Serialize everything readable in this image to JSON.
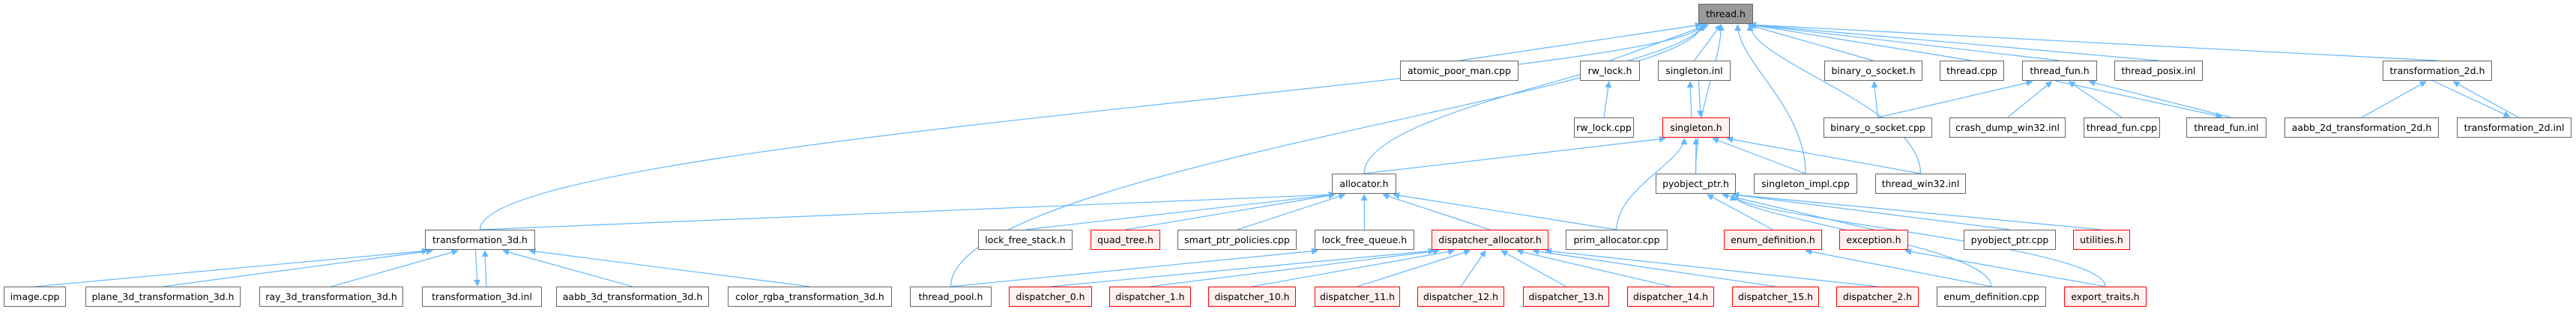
{
  "graph": {
    "title": "thread.h",
    "edge_color": "#63B8FF",
    "focus_fill": "#999999",
    "truncated_fill": "#FFF0F0",
    "truncated_border": "#FF0000",
    "nodes": [
      {
        "id": "thread_h",
        "label": "thread.h",
        "kind": "focus"
      },
      {
        "id": "atomic_poor_man_cpp",
        "label": "atomic_poor_man.cpp",
        "kind": "normal"
      },
      {
        "id": "rw_lock_h",
        "label": "rw_lock.h",
        "kind": "normal"
      },
      {
        "id": "singleton_inl",
        "label": "singleton.inl",
        "kind": "normal"
      },
      {
        "id": "binary_o_socket_h",
        "label": "binary_o_socket.h",
        "kind": "normal"
      },
      {
        "id": "thread_cpp",
        "label": "thread.cpp",
        "kind": "normal"
      },
      {
        "id": "thread_fun_h",
        "label": "thread_fun.h",
        "kind": "normal"
      },
      {
        "id": "thread_posix_inl",
        "label": "thread_posix.inl",
        "kind": "normal"
      },
      {
        "id": "transformation_2d_h",
        "label": "transformation_2d.h",
        "kind": "normal"
      },
      {
        "id": "rw_lock_cpp",
        "label": "rw_lock.cpp",
        "kind": "normal"
      },
      {
        "id": "singleton_h",
        "label": "singleton.h",
        "kind": "truncated"
      },
      {
        "id": "binary_o_socket_cpp",
        "label": "binary_o_socket.cpp",
        "kind": "normal"
      },
      {
        "id": "crash_dump_win32_inl",
        "label": "crash_dump_win32.inl",
        "kind": "normal"
      },
      {
        "id": "thread_fun_cpp",
        "label": "thread_fun.cpp",
        "kind": "normal"
      },
      {
        "id": "thread_fun_inl",
        "label": "thread_fun.inl",
        "kind": "normal"
      },
      {
        "id": "aabb_2d_transformation_2d_h",
        "label": "aabb_2d_transformation_2d.h",
        "kind": "normal"
      },
      {
        "id": "transformation_2d_inl",
        "label": "transformation_2d.inl",
        "kind": "normal"
      },
      {
        "id": "allocator_h",
        "label": "allocator.h",
        "kind": "normal"
      },
      {
        "id": "pyobject_ptr_h",
        "label": "pyobject_ptr.h",
        "kind": "normal"
      },
      {
        "id": "singleton_impl_cpp",
        "label": "singleton_impl.cpp",
        "kind": "normal"
      },
      {
        "id": "thread_win32_inl",
        "label": "thread_win32.inl",
        "kind": "normal"
      },
      {
        "id": "transformation_3d_h",
        "label": "transformation_3d.h",
        "kind": "normal"
      },
      {
        "id": "lock_free_stack_h",
        "label": "lock_free_stack.h",
        "kind": "normal"
      },
      {
        "id": "quad_tree_h",
        "label": "quad_tree.h",
        "kind": "truncated"
      },
      {
        "id": "smart_ptr_policies_cpp",
        "label": "smart_ptr_policies.cpp",
        "kind": "normal"
      },
      {
        "id": "lock_free_queue_h",
        "label": "lock_free_queue.h",
        "kind": "normal"
      },
      {
        "id": "dispatcher_allocator_h",
        "label": "dispatcher_allocator.h",
        "kind": "truncated"
      },
      {
        "id": "prim_allocator_cpp",
        "label": "prim_allocator.cpp",
        "kind": "normal"
      },
      {
        "id": "enum_definition_h",
        "label": "enum_definition.h",
        "kind": "truncated"
      },
      {
        "id": "exception_h",
        "label": "exception.h",
        "kind": "truncated"
      },
      {
        "id": "pyobject_ptr_cpp",
        "label": "pyobject_ptr.cpp",
        "kind": "normal"
      },
      {
        "id": "utilities_h",
        "label": "utilities.h",
        "kind": "truncated"
      },
      {
        "id": "image_cpp",
        "label": "image.cpp",
        "kind": "normal"
      },
      {
        "id": "plane_3d_transformation_3d_h",
        "label": "plane_3d_transformation_3d.h",
        "kind": "normal"
      },
      {
        "id": "ray_3d_transformation_3d_h",
        "label": "ray_3d_transformation_3d.h",
        "kind": "normal"
      },
      {
        "id": "transformation_3d_inl",
        "label": "transformation_3d.inl",
        "kind": "normal"
      },
      {
        "id": "aabb_3d_transformation_3d_h",
        "label": "aabb_3d_transformation_3d.h",
        "kind": "normal"
      },
      {
        "id": "color_rgba_transformation_3d_h",
        "label": "color_rgba_transformation_3d.h",
        "kind": "normal"
      },
      {
        "id": "thread_pool_h",
        "label": "thread_pool.h",
        "kind": "normal"
      },
      {
        "id": "dispatcher_0_h",
        "label": "dispatcher_0.h",
        "kind": "truncated"
      },
      {
        "id": "dispatcher_1_h",
        "label": "dispatcher_1.h",
        "kind": "truncated"
      },
      {
        "id": "dispatcher_10_h",
        "label": "dispatcher_10.h",
        "kind": "truncated"
      },
      {
        "id": "dispatcher_11_h",
        "label": "dispatcher_11.h",
        "kind": "truncated"
      },
      {
        "id": "dispatcher_12_h",
        "label": "dispatcher_12.h",
        "kind": "truncated"
      },
      {
        "id": "dispatcher_13_h",
        "label": "dispatcher_13.h",
        "kind": "truncated"
      },
      {
        "id": "dispatcher_14_h",
        "label": "dispatcher_14.h",
        "kind": "truncated"
      },
      {
        "id": "dispatcher_15_h",
        "label": "dispatcher_15.h",
        "kind": "truncated"
      },
      {
        "id": "dispatcher_2_h",
        "label": "dispatcher_2.h",
        "kind": "truncated"
      },
      {
        "id": "enum_definition_cpp",
        "label": "enum_definition.cpp",
        "kind": "normal"
      },
      {
        "id": "export_traits_h",
        "label": "export_traits.h",
        "kind": "truncated"
      }
    ],
    "edges": [
      {
        "from": "transformation_3d_h",
        "to": "thread_h"
      },
      {
        "from": "thread_pool_h",
        "to": "thread_h"
      },
      {
        "from": "allocator_h",
        "to": "thread_h"
      },
      {
        "from": "atomic_poor_man_cpp",
        "to": "thread_h"
      },
      {
        "from": "rw_lock_h",
        "to": "thread_h"
      },
      {
        "from": "singleton_inl",
        "to": "thread_h"
      },
      {
        "from": "pyobject_ptr_h",
        "to": "thread_h"
      },
      {
        "from": "singleton_impl_cpp",
        "to": "thread_h"
      },
      {
        "from": "thread_win32_inl",
        "to": "thread_h"
      },
      {
        "from": "binary_o_socket_h",
        "to": "thread_h"
      },
      {
        "from": "thread_cpp",
        "to": "thread_h"
      },
      {
        "from": "thread_fun_h",
        "to": "thread_h"
      },
      {
        "from": "thread_posix_inl",
        "to": "thread_h"
      },
      {
        "from": "transformation_2d_h",
        "to": "thread_h"
      },
      {
        "from": "rw_lock_cpp",
        "to": "rw_lock_h"
      },
      {
        "from": "singleton_h",
        "to": "singleton_inl"
      },
      {
        "from": "singleton_inl",
        "to": "singleton_h"
      },
      {
        "from": "binary_o_socket_cpp",
        "to": "binary_o_socket_h"
      },
      {
        "from": "binary_o_socket_cpp",
        "to": "thread_fun_h"
      },
      {
        "from": "crash_dump_win32_inl",
        "to": "thread_fun_h"
      },
      {
        "from": "thread_fun_cpp",
        "to": "thread_fun_h"
      },
      {
        "from": "thread_fun_inl",
        "to": "thread_fun_h"
      },
      {
        "from": "thread_fun_h",
        "to": "thread_fun_inl"
      },
      {
        "from": "aabb_2d_transformation_2d_h",
        "to": "transformation_2d_h"
      },
      {
        "from": "transformation_2d_inl",
        "to": "transformation_2d_h"
      },
      {
        "from": "transformation_2d_h",
        "to": "transformation_2d_inl"
      },
      {
        "from": "allocator_h",
        "to": "singleton_h"
      },
      {
        "from": "prim_allocator_cpp",
        "to": "singleton_h"
      },
      {
        "from": "pyobject_ptr_h",
        "to": "singleton_h"
      },
      {
        "from": "singleton_impl_cpp",
        "to": "singleton_h"
      },
      {
        "from": "thread_win32_inl",
        "to": "singleton_h"
      },
      {
        "from": "transformation_3d_h",
        "to": "allocator_h"
      },
      {
        "from": "lock_free_stack_h",
        "to": "allocator_h"
      },
      {
        "from": "quad_tree_h",
        "to": "allocator_h"
      },
      {
        "from": "smart_ptr_policies_cpp",
        "to": "allocator_h"
      },
      {
        "from": "lock_free_queue_h",
        "to": "allocator_h"
      },
      {
        "from": "dispatcher_allocator_h",
        "to": "allocator_h"
      },
      {
        "from": "prim_allocator_cpp",
        "to": "allocator_h"
      },
      {
        "from": "enum_definition_h",
        "to": "pyobject_ptr_h"
      },
      {
        "from": "exception_h",
        "to": "pyobject_ptr_h"
      },
      {
        "from": "pyobject_ptr_cpp",
        "to": "pyobject_ptr_h"
      },
      {
        "from": "utilities_h",
        "to": "pyobject_ptr_h"
      },
      {
        "from": "enum_definition_cpp",
        "to": "pyobject_ptr_h"
      },
      {
        "from": "export_traits_h",
        "to": "pyobject_ptr_h"
      },
      {
        "from": "image_cpp",
        "to": "transformation_3d_h"
      },
      {
        "from": "plane_3d_transformation_3d_h",
        "to": "transformation_3d_h"
      },
      {
        "from": "ray_3d_transformation_3d_h",
        "to": "transformation_3d_h"
      },
      {
        "from": "transformation_3d_inl",
        "to": "transformation_3d_h"
      },
      {
        "from": "transformation_3d_h",
        "to": "transformation_3d_inl"
      },
      {
        "from": "aabb_3d_transformation_3d_h",
        "to": "transformation_3d_h"
      },
      {
        "from": "color_rgba_transformation_3d_h",
        "to": "transformation_3d_h"
      },
      {
        "from": "thread_pool_h",
        "to": "lock_free_queue_h"
      },
      {
        "from": "dispatcher_0_h",
        "to": "dispatcher_allocator_h"
      },
      {
        "from": "dispatcher_1_h",
        "to": "dispatcher_allocator_h"
      },
      {
        "from": "dispatcher_10_h",
        "to": "dispatcher_allocator_h"
      },
      {
        "from": "dispatcher_11_h",
        "to": "dispatcher_allocator_h"
      },
      {
        "from": "dispatcher_12_h",
        "to": "dispatcher_allocator_h"
      },
      {
        "from": "dispatcher_13_h",
        "to": "dispatcher_allocator_h"
      },
      {
        "from": "dispatcher_14_h",
        "to": "dispatcher_allocator_h"
      },
      {
        "from": "dispatcher_15_h",
        "to": "dispatcher_allocator_h"
      },
      {
        "from": "dispatcher_2_h",
        "to": "dispatcher_allocator_h"
      },
      {
        "from": "enum_definition_cpp",
        "to": "enum_definition_h"
      },
      {
        "from": "export_traits_h",
        "to": "exception_h"
      }
    ]
  }
}
